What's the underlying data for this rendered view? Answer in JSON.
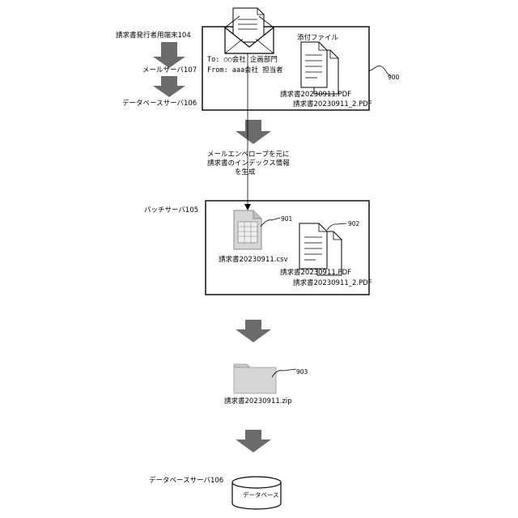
{
  "sources": {
    "terminal_label": "請求書発行者用端末104",
    "mail_server_label": "メールサーバ107",
    "db_server_label_top": "データベースサーバ106"
  },
  "email_box": {
    "ref": "900",
    "to_line": "To: ○○会社 企画部門",
    "from_line": "From: aaa会社 担当者",
    "attachments_title": "添付ファイル",
    "files": [
      "請求書20230911.PDF",
      "請求書20230911_2.PDF"
    ]
  },
  "process_note": {
    "lines": [
      "メールエンベロープを元に",
      "請求書のインデックス情報",
      "を生成"
    ]
  },
  "batch_box": {
    "label": "バッチサーバ105",
    "csv_ref": "901",
    "csv_file": "請求書20230911.csv",
    "pdf_ref": "902",
    "files": [
      "請求書20230911.PDF",
      "請求書20230911_2.PDF"
    ]
  },
  "archive": {
    "ref": "903",
    "file": "請求書20230911.zip"
  },
  "database": {
    "server_label": "データベースサーバ106",
    "cylinder_label": "データベース"
  }
}
